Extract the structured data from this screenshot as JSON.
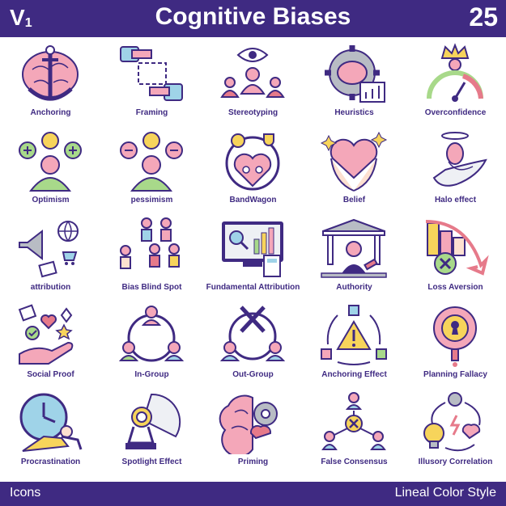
{
  "header": {
    "version_letter": "V",
    "version_number": "1",
    "title": "Cognitive Biases",
    "count": "25"
  },
  "footer": {
    "left": "Icons",
    "right": "Lineal Color Style"
  },
  "colors": {
    "brand": "#3f2a82",
    "pink": "#f4a7b9",
    "yellow": "#f7d45b",
    "green": "#a8d98a",
    "blue": "#9fd3e8",
    "gray": "#b8bcc4"
  },
  "icons": [
    {
      "label": "Anchoring",
      "icon": "anchor-brain-icon"
    },
    {
      "label": "Framing",
      "icon": "frame-hands-icon"
    },
    {
      "label": "Stereotyping",
      "icon": "eye-people-icon"
    },
    {
      "label": "Heuristics",
      "icon": "gear-brain-icon"
    },
    {
      "label": "Overconfidence",
      "icon": "crown-gauge-icon"
    },
    {
      "label": "Optimism",
      "icon": "person-plus-icon"
    },
    {
      "label": "pessimism",
      "icon": "person-minus-icon"
    },
    {
      "label": "BandWagon",
      "icon": "heart-circle-icon"
    },
    {
      "label": "Belief",
      "icon": "hands-heart-icon"
    },
    {
      "label": "Halo effect",
      "icon": "halo-person-icon"
    },
    {
      "label": "attribution",
      "icon": "megaphone-icon"
    },
    {
      "label": "Bias Blind Spot",
      "icon": "people-group-icon"
    },
    {
      "label": "Fundamental Attribution",
      "icon": "monitor-chart-icon"
    },
    {
      "label": "Authority",
      "icon": "court-judge-icon"
    },
    {
      "label": "Loss Aversion",
      "icon": "chart-down-icon"
    },
    {
      "label": "Social Proof",
      "icon": "hand-hearts-icon"
    },
    {
      "label": "In-Group",
      "icon": "circle-people-icon"
    },
    {
      "label": "Out-Group",
      "icon": "cross-people-icon"
    },
    {
      "label": "Anchoring Effect",
      "icon": "warning-cycle-icon"
    },
    {
      "label": "Planning Fallacy",
      "icon": "keyhole-pin-icon"
    },
    {
      "label": "Procrastination",
      "icon": "clock-relax-icon"
    },
    {
      "label": "Spotlight Effect",
      "icon": "spotlight-icon"
    },
    {
      "label": "Priming",
      "icon": "brain-gear-icon"
    },
    {
      "label": "False Consensus",
      "icon": "network-x-icon"
    },
    {
      "label": "Illusory Correlation",
      "icon": "bulb-cycle-icon"
    }
  ]
}
